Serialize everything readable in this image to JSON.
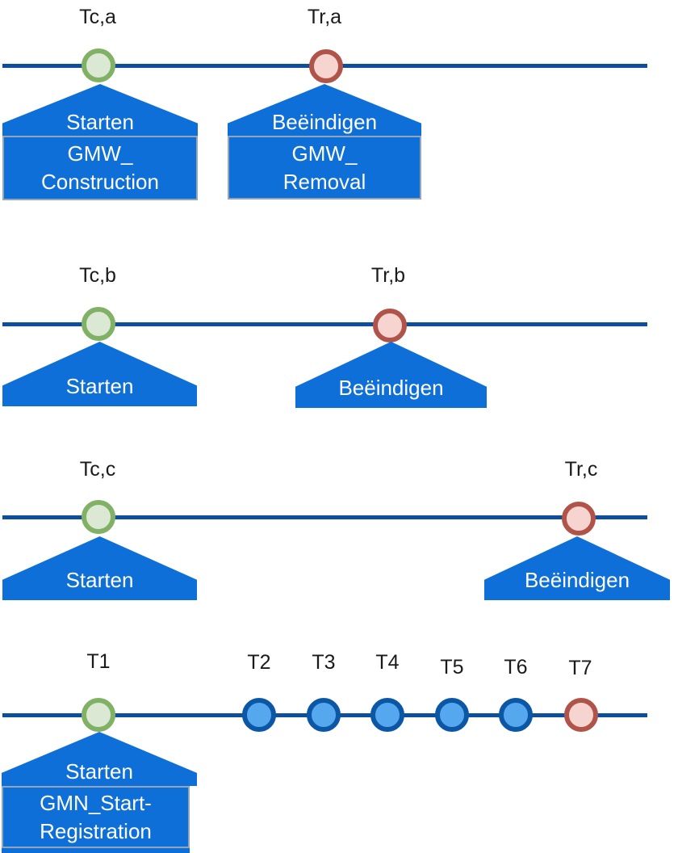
{
  "palette": {
    "timeline_blue": "#0d4f9c",
    "callout_blue": "#0e6fd8",
    "box_border_gray": "#95a5b8",
    "start_marker_fill": "#dbe8d3",
    "start_marker_border": "#80b165",
    "end_marker_fill": "#f6d4d0",
    "end_marker_border": "#b0544a",
    "intermediate_marker_fill": "#55a8ee",
    "intermediate_marker_border": "#0b57a5",
    "label_text": "#1a1a1a",
    "callout_text": "#ffffff"
  },
  "timelines": [
    {
      "name": "timeline-a",
      "markers": [
        {
          "label": "Tc,a",
          "type": "start",
          "callout_title": "Starten",
          "box_line1": "GMW_",
          "box_line2": "Construction"
        },
        {
          "label": "Tr,a",
          "type": "end",
          "callout_title": "Beëindigen",
          "box_line1": "GMW_",
          "box_line2": "Removal"
        }
      ]
    },
    {
      "name": "timeline-b",
      "markers": [
        {
          "label": "Tc,b",
          "type": "start",
          "callout_title": "Starten"
        },
        {
          "label": "Tr,b",
          "type": "end",
          "callout_title": "Beëindigen"
        }
      ]
    },
    {
      "name": "timeline-c",
      "markers": [
        {
          "label": "Tc,c",
          "type": "start",
          "callout_title": "Starten"
        },
        {
          "label": "Tr,c",
          "type": "end",
          "callout_title": "Beëindigen"
        }
      ]
    },
    {
      "name": "timeline-network",
      "markers": [
        {
          "label": "T1",
          "type": "start",
          "callout_title": "Starten",
          "box_line1": "GMN_Start-",
          "box_line2": "Registration"
        },
        {
          "label": "T2",
          "type": "intermediate"
        },
        {
          "label": "T3",
          "type": "intermediate"
        },
        {
          "label": "T4",
          "type": "intermediate"
        },
        {
          "label": "T5",
          "type": "intermediate"
        },
        {
          "label": "T6",
          "type": "intermediate"
        },
        {
          "label": "T7",
          "type": "end"
        }
      ]
    }
  ]
}
